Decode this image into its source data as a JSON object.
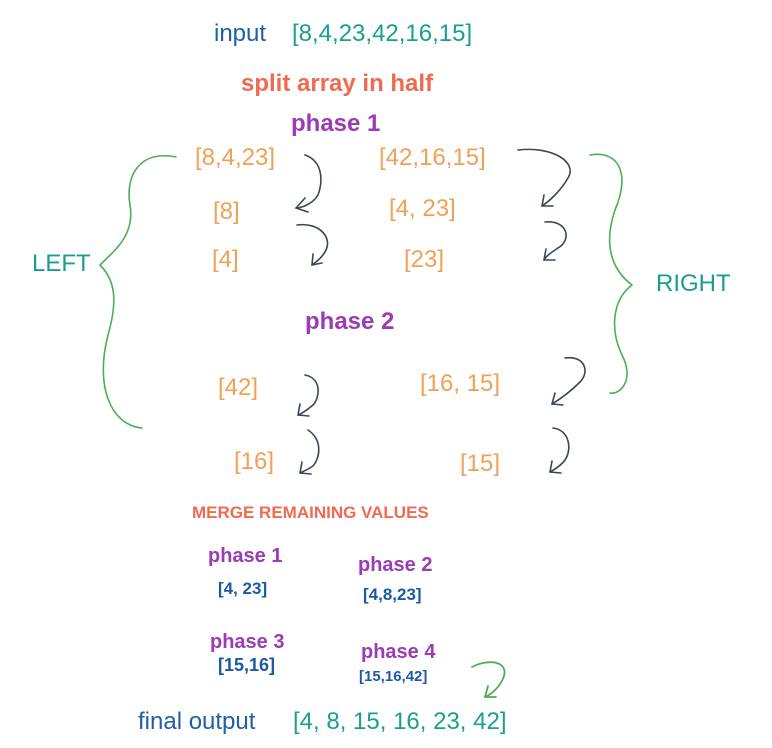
{
  "header": {
    "input_label": "input",
    "input_value": "[8,4,23,42,16,15]",
    "split_title": "split array in half"
  },
  "phase1_split": {
    "title": "phase 1",
    "left_group": [
      "[8,4,23]",
      "[8]",
      "[4]"
    ],
    "right_group": [
      "[42,16,15]",
      "[4, 23]",
      "[23]"
    ]
  },
  "phase2_split": {
    "title": "phase 2",
    "left_group": [
      "[42]",
      "[16]"
    ],
    "right_group": [
      "[16, 15]",
      "[15]"
    ]
  },
  "brace_labels": {
    "left": "LEFT",
    "right": "RIGHT"
  },
  "merge": {
    "title": "MERGE REMAINING VALUES",
    "steps": [
      {
        "phase": "phase 1",
        "result": "[4, 23]"
      },
      {
        "phase": "phase 2",
        "result": "[4,8,23]"
      },
      {
        "phase": "phase 3",
        "result": "[15,16]"
      },
      {
        "phase": "phase 4",
        "result": "[15,16,42]"
      }
    ]
  },
  "footer": {
    "output_label": "final output",
    "output_value": "[4, 8, 15, 16, 23, 42]"
  },
  "colors": {
    "label_blue": "#1f5fa3",
    "value_teal": "#1a9e91",
    "array_orange": "#f2a055",
    "heading_red": "#ef6a52",
    "phase_purple": "#9b3bb5",
    "merge_navy": "#1d5aa5",
    "brace_green": "#4caf50",
    "arrow_slate": "#3b4657"
  }
}
